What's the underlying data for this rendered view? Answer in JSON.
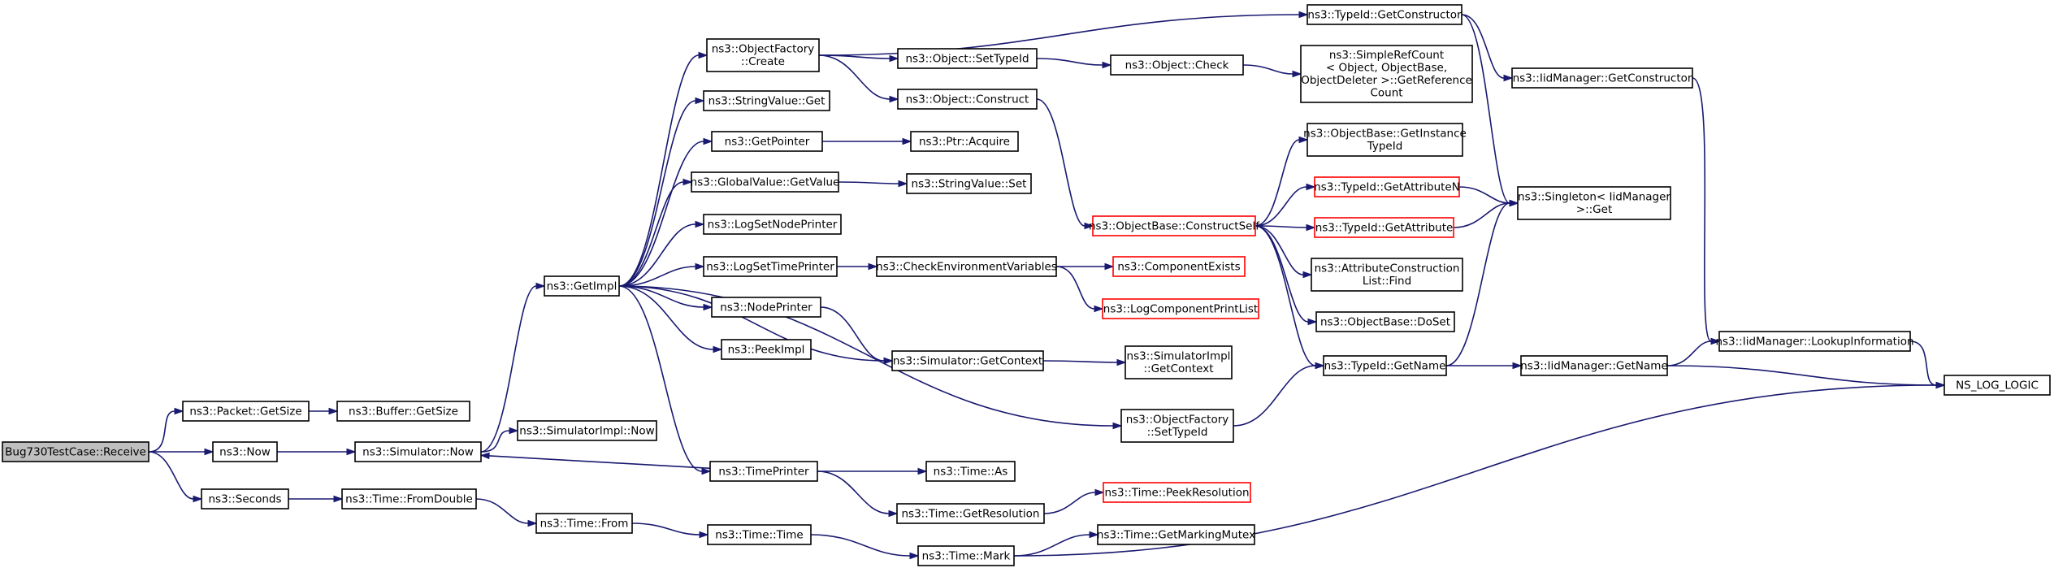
{
  "colors": {
    "edge": "#191970",
    "node_border": "#000000",
    "node_border_truncated": "#ff0000",
    "root_fill": "#bfbfbf",
    "background": "#ffffff"
  },
  "nodes": [
    {
      "id": "root",
      "lines": [
        "Bug730TestCase::Receive"
      ],
      "style": "root"
    },
    {
      "id": "packet_getsize",
      "lines": [
        "ns3::Packet::GetSize"
      ]
    },
    {
      "id": "buffer_getsize",
      "lines": [
        "ns3::Buffer::GetSize"
      ]
    },
    {
      "id": "now",
      "lines": [
        "ns3::Now"
      ]
    },
    {
      "id": "simulator_now",
      "lines": [
        "ns3::Simulator::Now"
      ]
    },
    {
      "id": "simimpl_now",
      "lines": [
        "ns3::SimulatorImpl::Now"
      ]
    },
    {
      "id": "seconds",
      "lines": [
        "ns3::Seconds"
      ]
    },
    {
      "id": "time_fromdouble",
      "lines": [
        "ns3::Time::FromDouble"
      ]
    },
    {
      "id": "time_from",
      "lines": [
        "ns3::Time::From"
      ]
    },
    {
      "id": "time_time",
      "lines": [
        "ns3::Time::Time"
      ]
    },
    {
      "id": "time_mark",
      "lines": [
        "ns3::Time::Mark"
      ]
    },
    {
      "id": "time_getmarkingmutex",
      "lines": [
        "ns3::Time::GetMarkingMutex"
      ]
    },
    {
      "id": "getimpl",
      "lines": [
        "ns3::GetImpl"
      ]
    },
    {
      "id": "objfactory_create",
      "lines": [
        "ns3::ObjectFactory",
        "::Create"
      ]
    },
    {
      "id": "stringvalue_get",
      "lines": [
        "ns3::StringValue::Get"
      ]
    },
    {
      "id": "getpointer",
      "lines": [
        "ns3::GetPointer"
      ]
    },
    {
      "id": "globalvalue_getvalue",
      "lines": [
        "ns3::GlobalValue::GetValue"
      ]
    },
    {
      "id": "logsetnodeprinter",
      "lines": [
        "ns3::LogSetNodePrinter"
      ]
    },
    {
      "id": "logsettimeprinter",
      "lines": [
        "ns3::LogSetTimePrinter"
      ]
    },
    {
      "id": "nodeprinter",
      "lines": [
        "ns3::NodePrinter"
      ]
    },
    {
      "id": "peekimpl",
      "lines": [
        "ns3::PeekImpl"
      ]
    },
    {
      "id": "timeprinter",
      "lines": [
        "ns3::TimePrinter"
      ]
    },
    {
      "id": "typeid_getconstructor",
      "lines": [
        "ns3::TypeId::GetConstructor"
      ]
    },
    {
      "id": "object_settypeid",
      "lines": [
        "ns3::Object::SetTypeId"
      ]
    },
    {
      "id": "object_construct",
      "lines": [
        "ns3::Object::Construct"
      ]
    },
    {
      "id": "ptr_acquire",
      "lines": [
        "ns3::Ptr::Acquire"
      ]
    },
    {
      "id": "stringvalue_set",
      "lines": [
        "ns3::StringValue::Set"
      ]
    },
    {
      "id": "checkenv",
      "lines": [
        "ns3::CheckEnvironmentVariables"
      ]
    },
    {
      "id": "sim_getcontext",
      "lines": [
        "ns3::Simulator::GetContext"
      ]
    },
    {
      "id": "objfactory_settypeid",
      "lines": [
        "ns3::ObjectFactory",
        "::SetTypeId"
      ]
    },
    {
      "id": "time_as",
      "lines": [
        "ns3::Time::As"
      ]
    },
    {
      "id": "time_getresolution",
      "lines": [
        "ns3::Time::GetResolution"
      ]
    },
    {
      "id": "object_check",
      "lines": [
        "ns3::Object::Check"
      ]
    },
    {
      "id": "simplerefcount",
      "lines": [
        "ns3::SimpleRefCount",
        "< Object, ObjectBase,",
        "ObjectDeleter >::GetReference",
        "Count"
      ]
    },
    {
      "id": "objbase_getinstancetypeid",
      "lines": [
        "ns3::ObjectBase::GetInstance",
        "TypeId"
      ]
    },
    {
      "id": "objbase_constructself",
      "lines": [
        "ns3::ObjectBase::ConstructSelf"
      ],
      "style": "red"
    },
    {
      "id": "typeid_getattributen",
      "lines": [
        "ns3::TypeId::GetAttributeN"
      ],
      "style": "red"
    },
    {
      "id": "typeid_getattribute",
      "lines": [
        "ns3::TypeId::GetAttribute"
      ],
      "style": "red"
    },
    {
      "id": "attrconstr_find",
      "lines": [
        "ns3::AttributeConstruction",
        "List::Find"
      ]
    },
    {
      "id": "objbase_doset",
      "lines": [
        "ns3::ObjectBase::DoSet"
      ]
    },
    {
      "id": "typeid_getname",
      "lines": [
        "ns3::TypeId::GetName"
      ]
    },
    {
      "id": "componentexists",
      "lines": [
        "ns3::ComponentExists"
      ],
      "style": "red"
    },
    {
      "id": "logcomponentprintlist",
      "lines": [
        "ns3::LogComponentPrintList"
      ],
      "style": "red"
    },
    {
      "id": "simimpl_getcontext",
      "lines": [
        "ns3::SimulatorImpl",
        "::GetContext"
      ]
    },
    {
      "id": "time_peekresolution",
      "lines": [
        "ns3::Time::PeekResolution"
      ],
      "style": "red"
    },
    {
      "id": "iidmanager_getconstructor",
      "lines": [
        "ns3::IidManager::GetConstructor"
      ]
    },
    {
      "id": "singleton_get",
      "lines": [
        "ns3::Singleton< IidManager",
        ">::Get"
      ]
    },
    {
      "id": "iidmanager_getname",
      "lines": [
        "ns3::IidManager::GetName"
      ]
    },
    {
      "id": "iidmanager_lookup",
      "lines": [
        "ns3::IidManager::LookupInformation"
      ]
    },
    {
      "id": "ns_log_logic",
      "lines": [
        "NS_LOG_LOGIC"
      ]
    }
  ],
  "edges": [
    [
      "root",
      "packet_getsize"
    ],
    [
      "root",
      "now"
    ],
    [
      "root",
      "seconds"
    ],
    [
      "packet_getsize",
      "buffer_getsize"
    ],
    [
      "now",
      "simulator_now"
    ],
    [
      "simulator_now",
      "getimpl"
    ],
    [
      "simulator_now",
      "simimpl_now"
    ],
    [
      "seconds",
      "time_fromdouble"
    ],
    [
      "time_fromdouble",
      "time_from"
    ],
    [
      "time_from",
      "time_time"
    ],
    [
      "time_time",
      "time_mark"
    ],
    [
      "time_mark",
      "time_getmarkingmutex"
    ],
    [
      "time_mark",
      "ns_log_logic"
    ],
    [
      "getimpl",
      "objfactory_create"
    ],
    [
      "getimpl",
      "stringvalue_get"
    ],
    [
      "getimpl",
      "getpointer"
    ],
    [
      "getimpl",
      "globalvalue_getvalue"
    ],
    [
      "getimpl",
      "logsetnodeprinter"
    ],
    [
      "getimpl",
      "logsettimeprinter"
    ],
    [
      "getimpl",
      "nodeprinter"
    ],
    [
      "getimpl",
      "peekimpl"
    ],
    [
      "getimpl",
      "timeprinter"
    ],
    [
      "getimpl",
      "sim_getcontext"
    ],
    [
      "getimpl",
      "objfactory_settypeid"
    ],
    [
      "timeprinter",
      "simulator_now"
    ],
    [
      "objfactory_create",
      "typeid_getconstructor"
    ],
    [
      "objfactory_create",
      "object_settypeid"
    ],
    [
      "objfactory_create",
      "object_construct"
    ],
    [
      "getpointer",
      "ptr_acquire"
    ],
    [
      "globalvalue_getvalue",
      "stringvalue_set"
    ],
    [
      "logsettimeprinter",
      "checkenv"
    ],
    [
      "nodeprinter",
      "sim_getcontext"
    ],
    [
      "timeprinter",
      "time_as"
    ],
    [
      "timeprinter",
      "time_getresolution"
    ],
    [
      "object_settypeid",
      "object_check"
    ],
    [
      "object_check",
      "simplerefcount"
    ],
    [
      "object_construct",
      "objbase_constructself"
    ],
    [
      "objbase_constructself",
      "objbase_getinstancetypeid"
    ],
    [
      "objbase_constructself",
      "typeid_getattributen"
    ],
    [
      "objbase_constructself",
      "typeid_getattribute"
    ],
    [
      "objbase_constructself",
      "attrconstr_find"
    ],
    [
      "objbase_constructself",
      "objbase_doset"
    ],
    [
      "objbase_constructself",
      "typeid_getname"
    ],
    [
      "checkenv",
      "componentexists"
    ],
    [
      "checkenv",
      "logcomponentprintlist"
    ],
    [
      "sim_getcontext",
      "simimpl_getcontext"
    ],
    [
      "objfactory_settypeid",
      "typeid_getname"
    ],
    [
      "time_getresolution",
      "time_peekresolution"
    ],
    [
      "typeid_getconstructor",
      "iidmanager_getconstructor"
    ],
    [
      "typeid_getconstructor",
      "singleton_get"
    ],
    [
      "typeid_getattributen",
      "singleton_get"
    ],
    [
      "typeid_getattribute",
      "singleton_get"
    ],
    [
      "typeid_getname",
      "singleton_get"
    ],
    [
      "typeid_getname",
      "iidmanager_getname"
    ],
    [
      "iidmanager_getconstructor",
      "iidmanager_lookup"
    ],
    [
      "iidmanager_getname",
      "iidmanager_lookup"
    ],
    [
      "iidmanager_getname",
      "ns_log_logic"
    ],
    [
      "iidmanager_lookup",
      "ns_log_logic"
    ]
  ]
}
